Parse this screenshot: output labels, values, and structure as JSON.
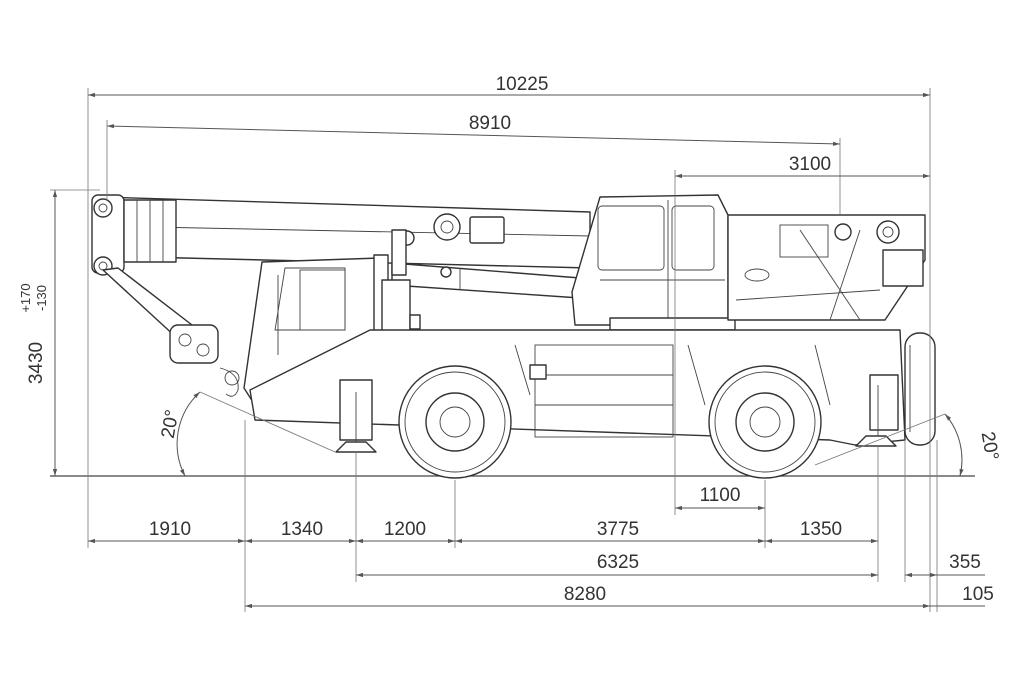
{
  "dimensions": {
    "overall_length": "10225",
    "boom_length": "8910",
    "rear_overhang_top": "3100",
    "height": "3430",
    "height_tolerance_plus": "+170",
    "height_tolerance_minus": "-130",
    "approach_angle": "20°",
    "departure_angle": "20°",
    "cab_offset": "1100",
    "front_overhang": "1910",
    "front_outrigger": "1340",
    "front_axle_offset": "1200",
    "wheelbase": "3775",
    "rear_axle_offset": "1350",
    "outrigger_span": "6325",
    "rear_tail": "355",
    "chassis_length": "8280",
    "rear_extra": "105"
  }
}
